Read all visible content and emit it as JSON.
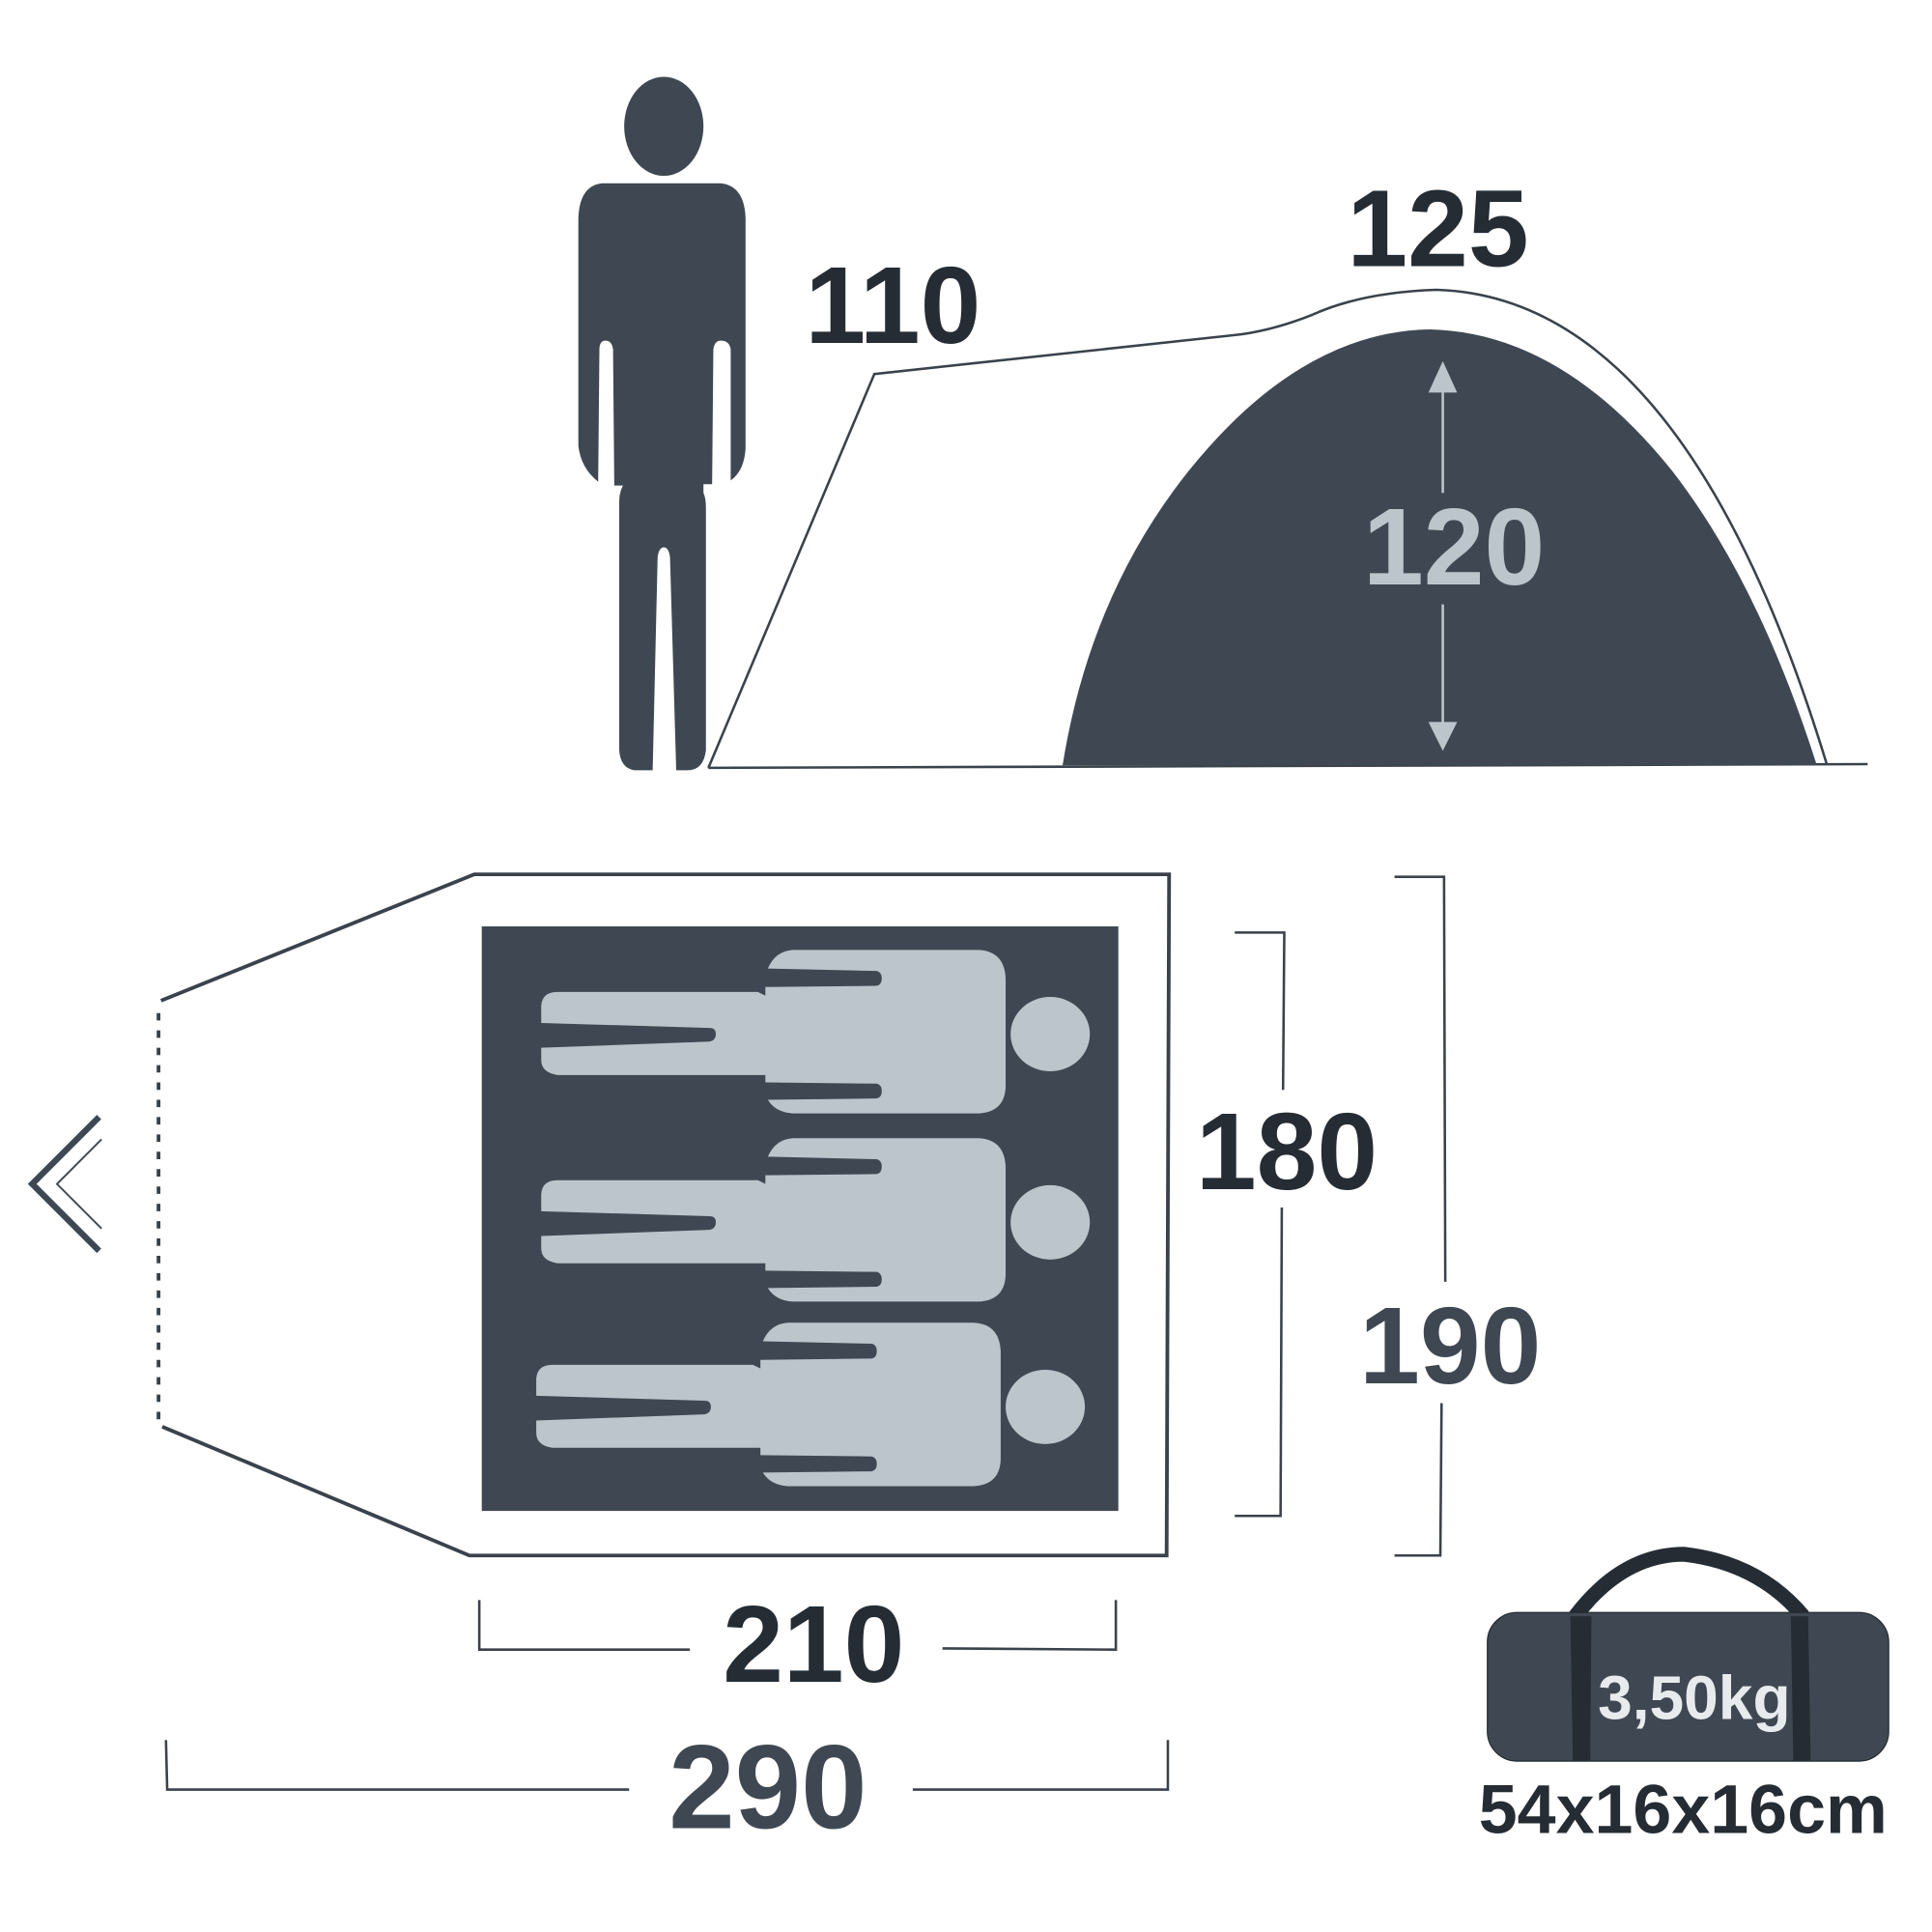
{
  "colors": {
    "dark": "#3f4852",
    "light": "#bcc5cc",
    "text": "#252c33",
    "line": "#3a424b"
  },
  "side_view": {
    "vestibule_height": "110",
    "total_height": "125",
    "inner_height": "120"
  },
  "floor_plan": {
    "inner_width": "180",
    "outer_width": "190",
    "inner_length": "210",
    "outer_length": "290",
    "sleepers": 3
  },
  "pack": {
    "weight": "3,50kg",
    "dimensions": "54x16x16cm"
  }
}
